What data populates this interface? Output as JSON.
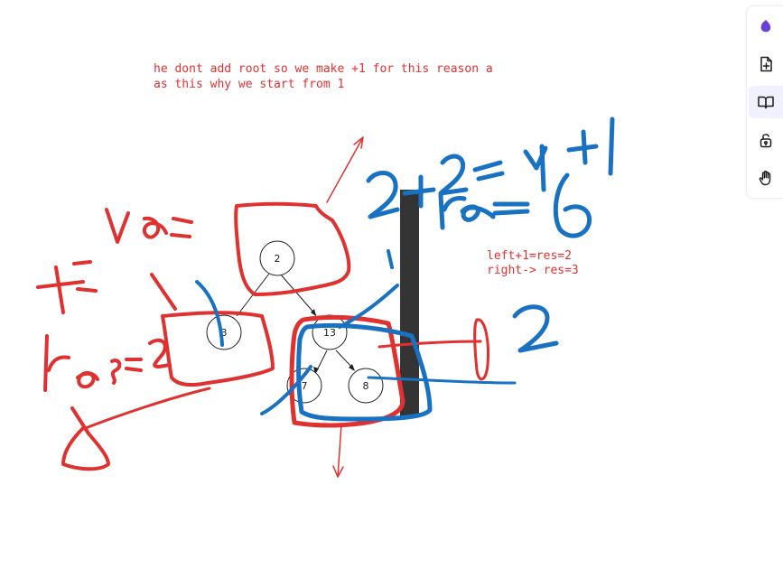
{
  "canvas": {
    "notes": {
      "top_line1": "he dont add root so we make +1 for this reason a",
      "top_line2": "as this why we start from 1",
      "left_res_right_line1": "left+1=res=2",
      "left_res_right_line2": "right-> res=3"
    },
    "tree": {
      "root": "2",
      "left": "3",
      "right": "13",
      "right_left": "7",
      "right_right": "8"
    }
  },
  "toolbar": {
    "items": [
      {
        "name": "library-logo-icon",
        "active": false
      },
      {
        "name": "add-page-icon",
        "active": false
      },
      {
        "name": "book-open-icon",
        "active": true
      },
      {
        "name": "unlock-icon",
        "active": false
      },
      {
        "name": "hand-icon",
        "active": false
      }
    ]
  },
  "colors": {
    "red_ink": "#e03131",
    "blue_ink": "#1971c2",
    "dark_bar": "#343434",
    "accent_purple": "#6741d9"
  }
}
